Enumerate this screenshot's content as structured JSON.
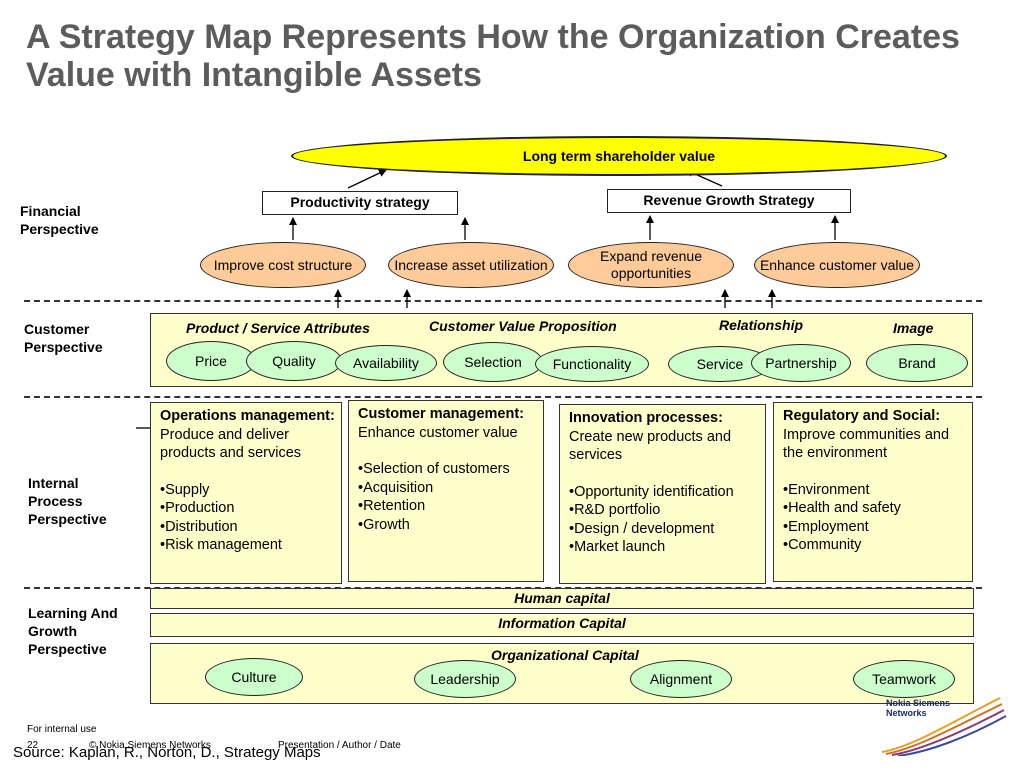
{
  "title": "A Strategy Map Represents How the Organization Creates Value with Intangible Assets",
  "perspectives": {
    "financial": "Financial Perspective",
    "customer": "Customer Perspective",
    "internal": "Internal Process Perspective",
    "learning": "Learning And Growth Perspective"
  },
  "financial": {
    "goal": "Long term shareholder value",
    "productivity": "Productivity strategy",
    "revenue": "Revenue Growth Strategy",
    "objectives": [
      "Improve cost structure",
      "Increase asset utilization",
      "Expand revenue opportunities",
      "Enhance customer value"
    ]
  },
  "customer": {
    "headers": [
      "Product / Service Attributes",
      "Customer Value Proposition",
      "Relationship",
      "Image"
    ],
    "attributes": [
      "Price",
      "Quality",
      "Availability",
      "Selection",
      "Functionality",
      "Service",
      "Partnership",
      "Brand"
    ]
  },
  "processes": [
    {
      "heading": "Operations management:",
      "desc": "Produce and deliver products and services",
      "items": [
        "•Supply",
        "•Production",
        "•Distribution",
        "•Risk management"
      ]
    },
    {
      "heading": "Customer management:",
      "desc": "Enhance customer value",
      "items": [
        "•Selection of customers",
        "•Acquisition",
        "•Retention",
        "•Growth"
      ]
    },
    {
      "heading": "Innovation processes:",
      "desc": "Create new products and services",
      "items": [
        "•Opportunity identification",
        "•R&D portfolio",
        "•Design / development",
        "•Market launch"
      ]
    },
    {
      "heading": "Regulatory and Social:",
      "desc": "Improve communities and the environment",
      "items": [
        "•Environment",
        "•Health and safety",
        "•Employment",
        "•Community"
      ]
    }
  ],
  "learning": {
    "human": "Human capital",
    "information": "Information Capital",
    "organizational": "Organizational Capital",
    "elements": [
      "Culture",
      "Leadership",
      "Alignment",
      "Teamwork"
    ]
  },
  "footer": {
    "internal": "For internal use",
    "page": "22",
    "copyright": "© Nokia Siemens Networks",
    "presentation": "Presentation / Author / Date",
    "source": "Source: Kaplan, R., Norton, D., Strategy Maps",
    "logo": "Nokia Siemens Networks"
  },
  "colors": {
    "title": "#5c5c5c",
    "box_fill": "#ffffcc",
    "green": "#ccffcc",
    "peach": "#ffcc99",
    "goal": "#ffff00"
  }
}
